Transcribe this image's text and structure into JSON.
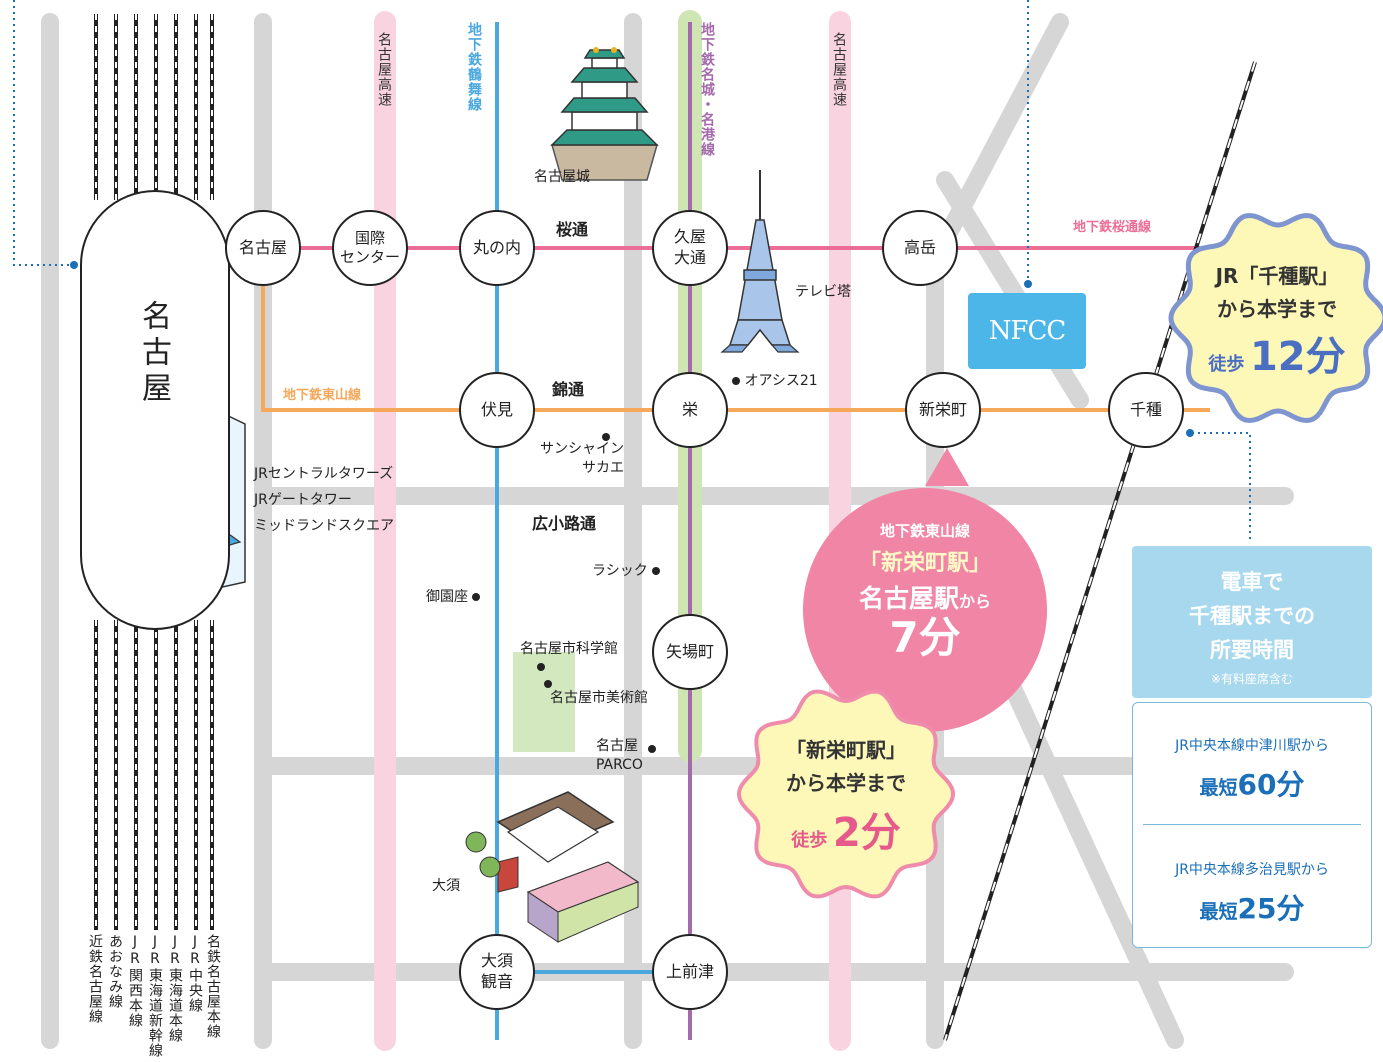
{
  "colors": {
    "road": "#d6d6d6",
    "expressway": "#f9d4e0",
    "tsurumai": "#4aa8df",
    "sakuradori": "#ec6e97",
    "higashiyama": "#f5a75a",
    "meijo": "#a46aab",
    "meijo_band": "#cfe6b4",
    "nfcc": "#4cb6e9",
    "callout_pink": "#f085a5",
    "callout_yellow": "#fdf7b8",
    "callout_border": "#f08cab",
    "callout_blue_border": "#7e95cf",
    "info_head": "#a8d8ee"
  },
  "rail_labels": {
    "kintetsu": "近鉄名古屋線",
    "aonami": "あおなみ線",
    "kansai": "JR関西本線",
    "shinkansen": "JR東海道新幹線",
    "tokaido": "JR東海道本線",
    "chuo": "JR中央線",
    "meitetsu": "名鉄名古屋本線"
  },
  "line_labels": {
    "expressway_left": "名古屋高速",
    "expressway_right": "名古屋高速",
    "tsurumai": "地下鉄鶴舞線",
    "meijo": "地下鉄名城・名港線",
    "sakuradori": "地下鉄桜通線",
    "higashiyama": "地下鉄東山線"
  },
  "roads": {
    "sakura": "桜通",
    "nishiki": "錦通",
    "hirokoji": "広小路通"
  },
  "stations": {
    "nagoya": "名古屋",
    "kokusai": "国際\nセンター",
    "marunouchi": "丸の内",
    "hisaya": "久屋\n大通",
    "takaoka": "高岳",
    "fushimi": "伏見",
    "sakae": "栄",
    "shinsakae": "新栄町",
    "chikusa": "千種",
    "yabacho": "矢場町",
    "osu": "大須\n観音",
    "kamimaezu": "上前津"
  },
  "nagoya_big": "名古屋",
  "landmarks": {
    "castle": "名古屋城",
    "tv_tower": "テレビ塔",
    "oasis": "オアシス21",
    "sunshine": "サンシャイン\nサカエ",
    "jr_towers": "JRセントラルタワーズ\nJRゲートタワー\nミッドランドスクエア",
    "lachic": "ラシック",
    "misonoza": "御園座",
    "science": "名古屋市科学館",
    "art": "名古屋市美術館",
    "parco": "名古屋\nPARCO",
    "osu": "大須"
  },
  "nfcc": "NFCC",
  "callouts": {
    "pink": {
      "line1": "地下鉄東山線",
      "line2": "「新栄町駅」",
      "line3a": "名古屋駅",
      "line3b": "から",
      "line4": "7分"
    },
    "yellow_bottom": {
      "line1": "「新栄町駅」",
      "line2": "から本学まで",
      "walk": "徒歩",
      "time": "2分"
    },
    "yellow_top": {
      "line1": "JR「千種駅」",
      "line2": "から本学まで",
      "walk": "徒歩",
      "time": "12分"
    }
  },
  "info": {
    "head1": "電車で",
    "head2": "千種駅までの",
    "head3": "所要時間",
    "note": "※有料座席含む",
    "row1_from": "JR中央本線中津川駅から",
    "row1_label": "最短",
    "row1_time": "60分",
    "row2_from": "JR中央本線多治見駅から",
    "row2_label": "最短",
    "row2_time": "25分"
  }
}
